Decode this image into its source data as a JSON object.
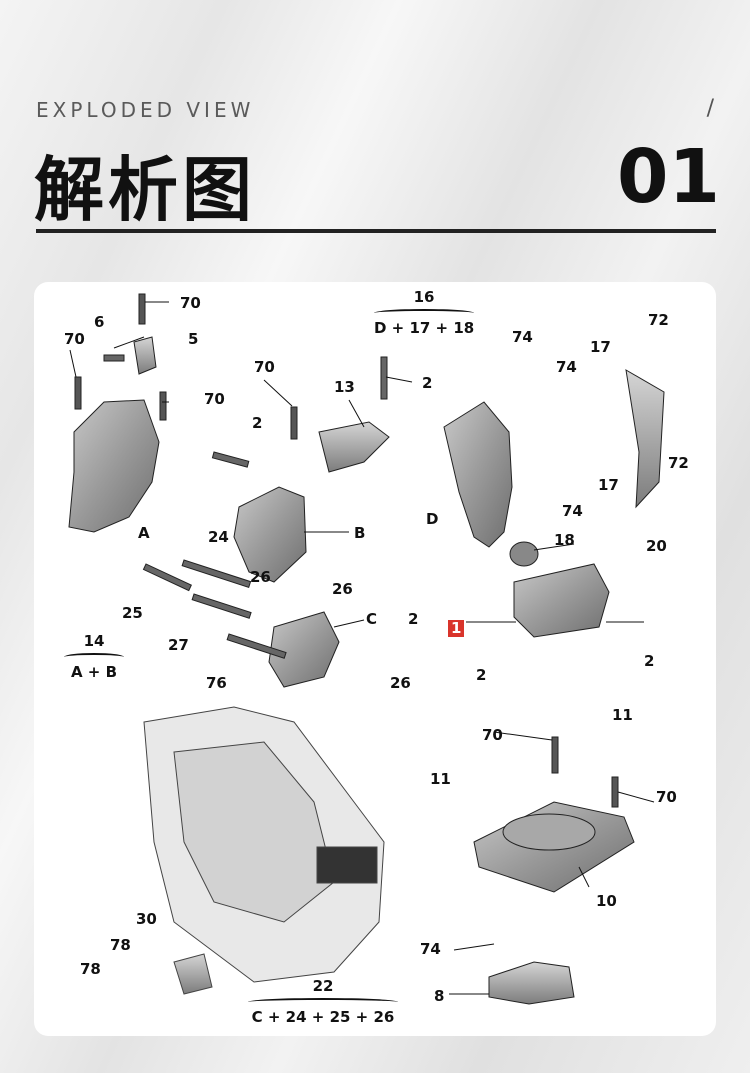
{
  "header": {
    "kicker": "EXPLODED VIEW",
    "slash": "/",
    "title": "解析图",
    "number": "01"
  },
  "groups": [
    {
      "id": "16",
      "formula": "D + 17 + 18"
    },
    {
      "id": "14",
      "formula": "A + B"
    },
    {
      "id": "22",
      "formula": "C + 24 + 25 + 26"
    }
  ],
  "callouts": {
    "c70a": "70",
    "c6": "6",
    "c5": "5",
    "c70b": "70",
    "c70c": "70",
    "cA": "A",
    "c70d": "70",
    "c2a": "2",
    "c13": "13",
    "c2b": "2",
    "cB": "B",
    "c24": "24",
    "c26a": "26",
    "c26b": "26",
    "c25": "25",
    "c27": "27",
    "cC": "C",
    "c76": "76",
    "c26c": "26",
    "c74a": "74",
    "c74b": "74",
    "c17a": "17",
    "c72a": "72",
    "c72b": "72",
    "c17b": "17",
    "c74c": "74",
    "c20": "20",
    "cD": "D",
    "c18": "18",
    "c2c": "2",
    "c1": "1",
    "c2d": "2",
    "c2e": "2",
    "c70e": "70",
    "c11a": "11",
    "c11b": "11",
    "c70f": "70",
    "c10": "10",
    "c74d": "74",
    "c8": "8",
    "c30": "30",
    "c78a": "78",
    "c78b": "78"
  },
  "colors": {
    "highlight": "#d9342b",
    "ink": "#111111",
    "part_gray": "#8a8a8a"
  }
}
